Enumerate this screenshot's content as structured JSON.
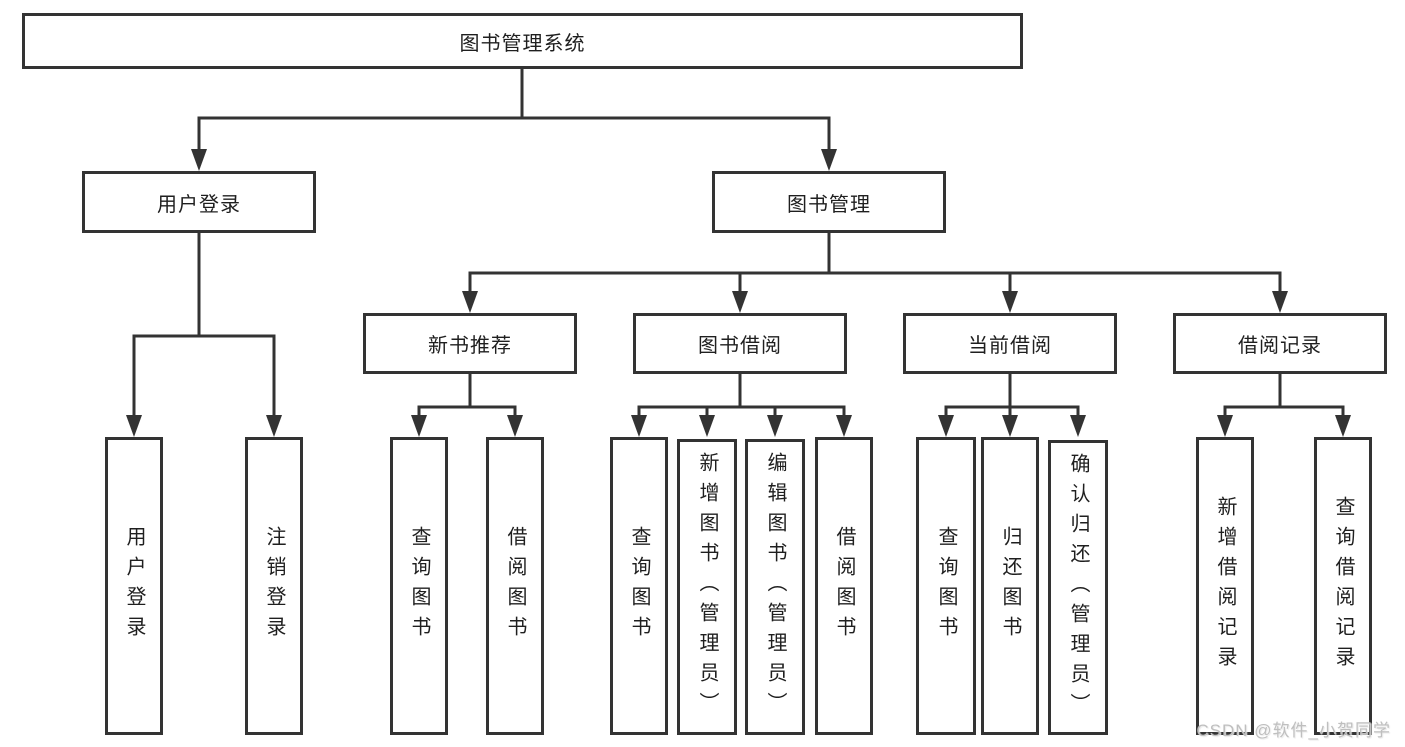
{
  "tree": {
    "label": "图书管理系统",
    "children": [
      {
        "label": "用户登录",
        "children": [
          {
            "label": "用户登录"
          },
          {
            "label": "注销登录"
          }
        ]
      },
      {
        "label": "图书管理",
        "children": [
          {
            "label": "新书推荐",
            "children": [
              {
                "label": "查询图书"
              },
              {
                "label": "借阅图书"
              }
            ]
          },
          {
            "label": "图书借阅",
            "children": [
              {
                "label": "查询图书"
              },
              {
                "label": "新增图书（管理员）"
              },
              {
                "label": "编辑图书（管理员）"
              },
              {
                "label": "借阅图书"
              }
            ]
          },
          {
            "label": "当前借阅",
            "children": [
              {
                "label": "查询图书"
              },
              {
                "label": "归还图书"
              },
              {
                "label": "确认归还（管理员）"
              }
            ]
          },
          {
            "label": "借阅记录",
            "children": [
              {
                "label": "新增借阅记录"
              },
              {
                "label": "查询借阅记录"
              }
            ]
          }
        ]
      }
    ]
  },
  "watermark": "CSDN @软件_小贺同学",
  "colors": {
    "line": "#333333",
    "box_border": "#333333",
    "text": "#1f1f1f",
    "watermark": "#bfbfbf",
    "background": "#ffffff"
  }
}
